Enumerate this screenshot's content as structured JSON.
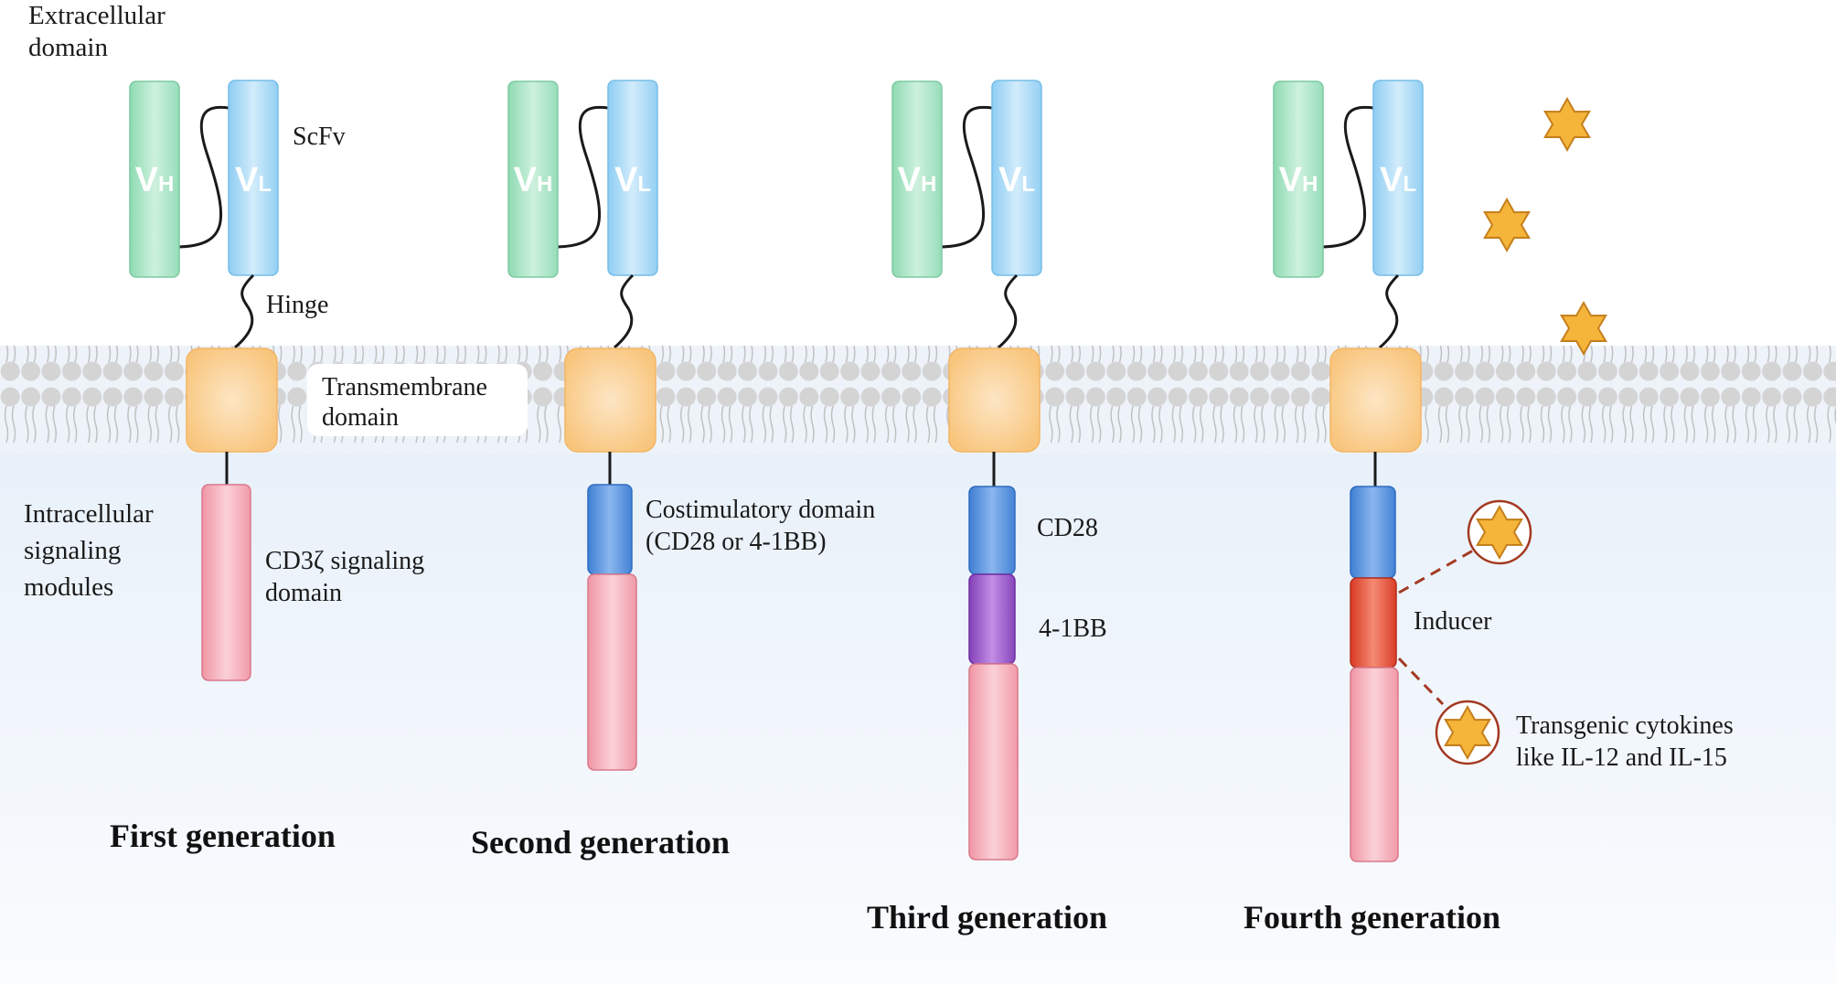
{
  "labels": {
    "extracellular_domain": [
      "Extracellular",
      "domain"
    ],
    "scfv": "ScFv",
    "hinge": "Hinge",
    "transmembrane_domain": [
      "Transmembrane",
      "domain"
    ],
    "intracellular_modules": [
      "Intracellular",
      "signaling",
      "modules"
    ],
    "cd3z_domain": [
      "CD3ζ signaling",
      "domain"
    ],
    "costim_domain": [
      "Costimulatory domain",
      "(CD28 or 4-1BB)"
    ],
    "cd28": "CD28",
    "four_1bb": "4-1BB",
    "inducer": "Inducer",
    "transgenic_cytokines": [
      "Transgenic cytokines",
      "like IL-12 and IL-15"
    ],
    "vh_main": "V",
    "vh_sub": "H",
    "vl_main": "V",
    "vl_sub": "L"
  },
  "generations": [
    {
      "name": "First generation"
    },
    {
      "name": "Second generation"
    },
    {
      "name": "Third generation"
    },
    {
      "name": "Fourth generation"
    }
  ],
  "colors": {
    "vh": "#a6e3c4",
    "vl": "#a8d8f5",
    "transmembrane": "#fbcf8c",
    "cd3z": "#f6adb8",
    "costimulatory": "#5a93dd",
    "four_1bb": "#9b5bc9",
    "inducer": "#e5503a",
    "cytokine_star": "#f5b53a",
    "cytokine_outline": "#a33a22",
    "membrane_head": "#d4d4d4"
  }
}
